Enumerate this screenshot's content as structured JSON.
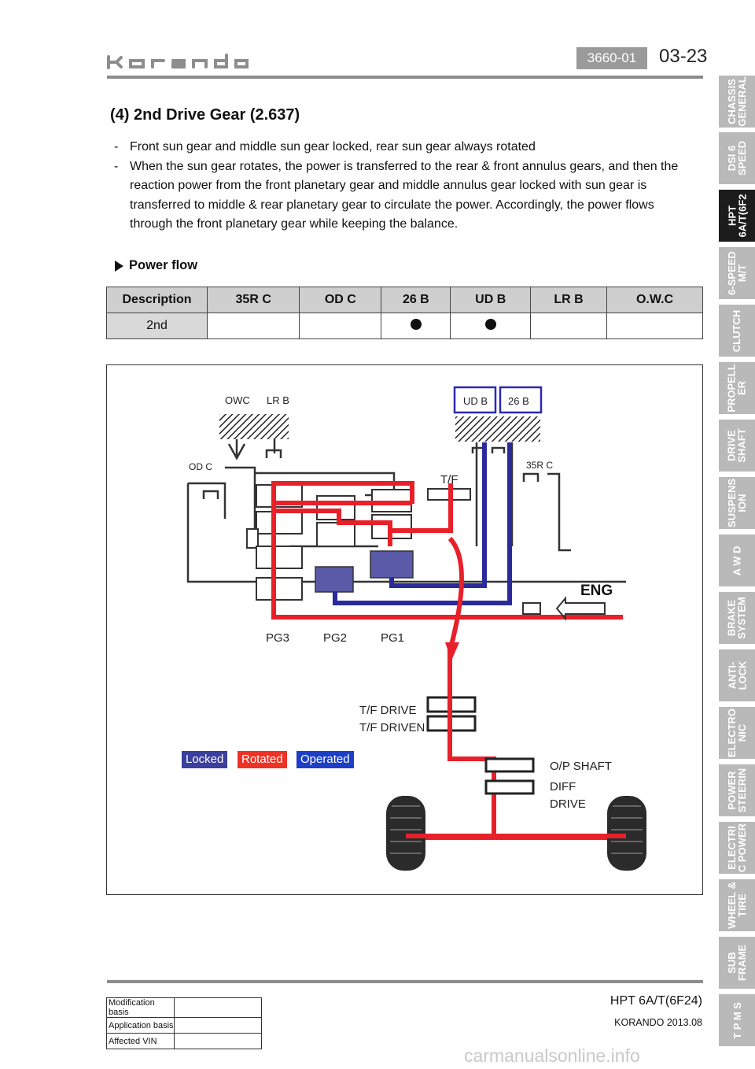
{
  "header": {
    "brand": "korando",
    "doc_code": "3660-01",
    "page_number": "03-23"
  },
  "section_title": "(4) 2nd Drive Gear (2.637)",
  "bullets": [
    {
      "dash": "-",
      "text": "Front sun gear and middle sun gear locked, rear sun gear always rotated"
    },
    {
      "dash": "-",
      "text": "When the sun gear rotates, the power is transferred to the rear & front annulus gears, and then the reaction power from the front planetary gear and middle annulus gear locked with sun gear is transferred to middle & rear planetary gear to circulate the power. Accordingly, the power flows through the front planetary gear while keeping the balance."
    }
  ],
  "power_flow_heading": "Power flow",
  "table": {
    "headers": [
      "Description",
      "35R C",
      "OD C",
      "26 B",
      "UD B",
      "LR B",
      "O.W.C"
    ],
    "row": {
      "label": "2nd",
      "engaged": [
        false,
        false,
        true,
        true,
        false,
        false
      ]
    }
  },
  "diagram": {
    "labels": {
      "owc": "OWC",
      "lrb": "LR B",
      "udb": "UD B",
      "b26": "26 B",
      "odc": "OD C",
      "r35c": "35R C",
      "tf": "T/F",
      "eng": "ENG",
      "pg3": "PG3",
      "pg2": "PG2",
      "pg1": "PG1",
      "tf_drive": "T/F DRIVE",
      "tf_driven": "T/F DRIVEN",
      "op_shaft": "O/P SHAFT",
      "diff": "DIFF",
      "drive": "DRIVE"
    },
    "legend": [
      {
        "label": "Locked",
        "color": "#3b3f9e"
      },
      {
        "label": "Rotated",
        "color": "#ee3326"
      },
      {
        "label": "Operated",
        "color": "#1d3fc7"
      }
    ],
    "colors": {
      "red": "#e8202a",
      "blue": "#2a2a9a"
    }
  },
  "side_tabs": [
    {
      "label": "CHASSIS\nGENERAL",
      "active": false
    },
    {
      "label": "DSI 6\nSPEED",
      "active": false
    },
    {
      "label": "HPT\n6A/T(6F2",
      "active": true
    },
    {
      "label": "6-SPEED\nM/T",
      "active": false
    },
    {
      "label": "CLUTCH",
      "active": false
    },
    {
      "label": "PROPELL\nER",
      "active": false
    },
    {
      "label": "DRIVE\nSHAFT",
      "active": false
    },
    {
      "label": "SUSPENS\nION",
      "active": false
    },
    {
      "label": "A W D",
      "active": false
    },
    {
      "label": "BRAKE\nSYSTEM",
      "active": false
    },
    {
      "label": "ANTI-\nLOCK",
      "active": false
    },
    {
      "label": "ELECTRO\nNIC",
      "active": false
    },
    {
      "label": "POWER\nSTEERIN",
      "active": false
    },
    {
      "label": "ELECTRI\nC POWER",
      "active": false
    },
    {
      "label": "WHEEL &\nTIRE",
      "active": false
    },
    {
      "label": "SUB\nFRAME",
      "active": false
    },
    {
      "label": "T P M S",
      "active": false
    }
  ],
  "footer": {
    "mod_table": [
      {
        "label": "Modification basis",
        "value": ""
      },
      {
        "label": "Application basis",
        "value": ""
      },
      {
        "label": "Affected VIN",
        "value": ""
      }
    ],
    "title": "HPT 6A/T(6F24)",
    "model": "KORANDO 2013.08",
    "watermark": "carmanualsonline.info"
  }
}
